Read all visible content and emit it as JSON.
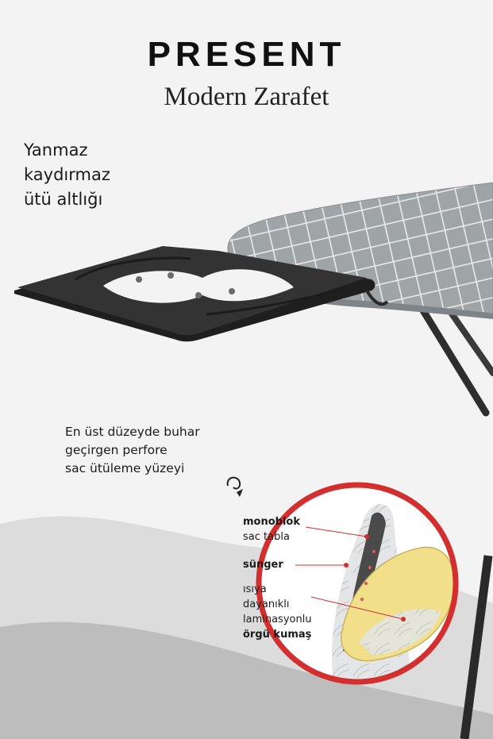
{
  "header": {
    "brand": "PRESENT",
    "slogan": "Modern Zarafet"
  },
  "feature_rest": {
    "lines": [
      "Yanmaz",
      "kaydırmaz",
      "ütü altlığı"
    ]
  },
  "feature_surface": {
    "lines": [
      "En üst düzeyde buhar",
      "geçirgen perfore",
      "sac ütüleme yüzeyi"
    ]
  },
  "layers": {
    "monoblok": {
      "bold": "monoblok",
      "rest": "sac tabla"
    },
    "sunger": {
      "bold": "sünger"
    },
    "kumas": {
      "lines": [
        "ısıya",
        "dayanıklı",
        "laminasyonlu"
      ],
      "bold": "örgü kumaş"
    }
  },
  "colors": {
    "background": "#f2f2f2",
    "accent_ring": "#d32f2f",
    "iron_rest": "#2b2b2b",
    "board_cover": "#9ea3a6",
    "sponge": "#f2df8a"
  }
}
